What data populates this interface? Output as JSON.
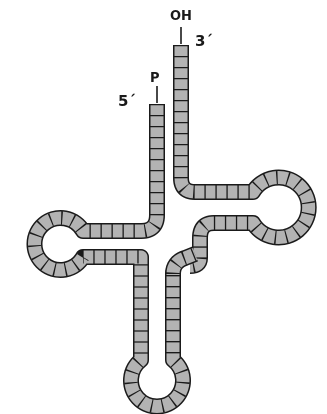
{
  "diagram": {
    "type": "tRNA cloverleaf structure",
    "labels": {
      "oh": "OH",
      "three_prime": "3´",
      "p": "P",
      "five_prime": "5´"
    },
    "colors": {
      "nucleotide_fill": "#b3b3b3",
      "outline": "#1a1a1a",
      "background": "#ffffff"
    }
  }
}
